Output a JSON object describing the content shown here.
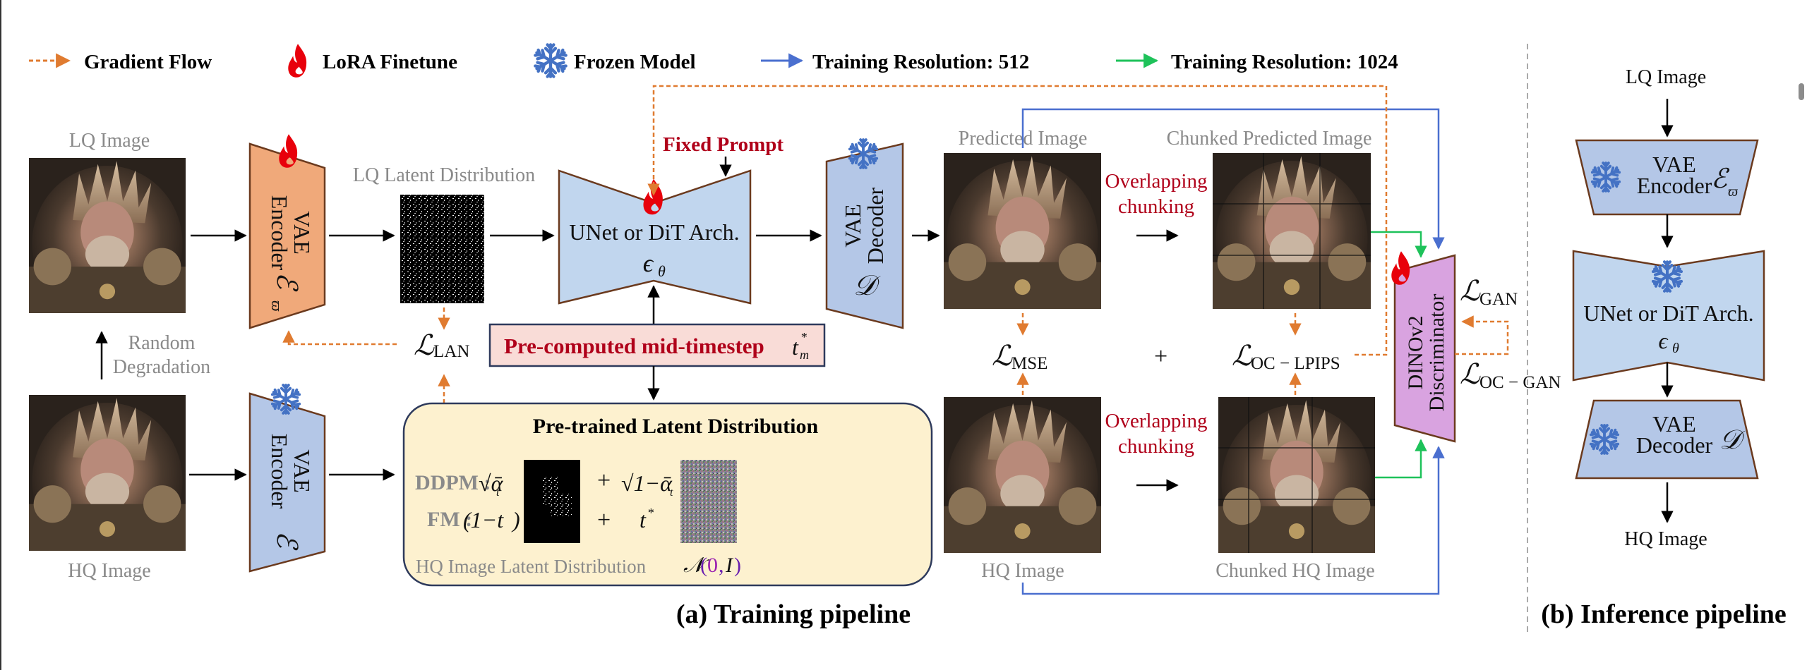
{
  "legend": {
    "gradient_flow": "Gradient Flow",
    "lora_finetune": "LoRA Finetune",
    "frozen_model": "Frozen Model",
    "res_512": "Training Resolution: 512",
    "res_1024": "Training Resolution: 1024"
  },
  "colors": {
    "gradient": "#e07b30",
    "lora": "#e8000b",
    "frozen": "#4472c4",
    "res512": "#4a6fcf",
    "res1024": "#1ec25a",
    "encoder_orange": "#f0a97a",
    "module_blue": "#b4c7e7",
    "unet_blue": "#c1d6ee",
    "discriminator": "#d9a3e0",
    "pre_box": "#f9dcd7",
    "latent_box": "#fdf1cf",
    "red_text": "#b0001a"
  },
  "training": {
    "lq_image_label": "LQ Image",
    "hq_image_label": "HQ Image",
    "random_degradation": [
      "Random",
      "Degradation"
    ],
    "vae_encoder_lora": {
      "line1": "VAE",
      "line2": "Encoder",
      "symbol": "ℰ",
      "sub": "ϖ"
    },
    "vae_encoder_frozen": {
      "line1": "VAE",
      "line2": "Encoder",
      "symbol": "ℰ"
    },
    "lq_latent_label": "LQ Latent Distribution",
    "fixed_prompt": "Fixed Prompt",
    "unet": {
      "label": "UNet or DiT Arch.",
      "symbol": "ϵ",
      "sub": "θ"
    },
    "vae_decoder": {
      "line1": "VAE",
      "line2": "Decoder",
      "symbol": "𝒟"
    },
    "predicted_image_label": "Predicted Image",
    "chunked_predicted_label": "Chunked Predicted Image",
    "hq_image_label_2": "HQ Image",
    "chunked_hq_label": "Chunked HQ Image",
    "overlapping_chunking": [
      "Overlapping",
      "chunking"
    ],
    "discriminator": {
      "line1": "DINOv2",
      "line2": "Discriminator"
    },
    "precomputed": {
      "text": "Pre-computed mid-timestep",
      "symbol": "t",
      "sup": "*",
      "sub": "m"
    },
    "latent_box": {
      "title": "Pre-trained Latent Distribution",
      "ddpm_label": "DDPM :",
      "fm_label": "FM :",
      "ddpm_coef1": "√ᾱ",
      "ddpm_coef2": "√1−ᾱ",
      "fm_coef1": "(1−t",
      "fm_coef2": "t",
      "plus": "+",
      "hq_latent_label": "HQ Image Latent Distribution",
      "noise": {
        "N": "𝒩",
        "open": "(",
        "zero": "0",
        "comma": ",",
        "I": "I",
        "close": ")"
      }
    },
    "losses": {
      "lan": {
        "symbol": "ℒ",
        "sub": "LAN"
      },
      "mse": {
        "symbol": "ℒ",
        "sub": "MSE"
      },
      "plus": "+",
      "oc_lpips": {
        "symbol": "ℒ",
        "sub": "OC − LPIPS"
      },
      "gan": {
        "symbol": "ℒ",
        "sub": "GAN"
      },
      "oc_gan": {
        "symbol": "ℒ",
        "sub": "OC − GAN"
      }
    },
    "title": "(a) Training pipeline"
  },
  "inference": {
    "lq_image": "LQ Image",
    "encoder": {
      "line1": "VAE",
      "line2": "Encoder",
      "symbol": "ℰ",
      "sub": "ϖ"
    },
    "unet": {
      "label": "UNet or DiT Arch.",
      "symbol": "ϵ",
      "sub": "θ"
    },
    "decoder": {
      "line1": "VAE",
      "line2": "Decoder",
      "symbol": "𝒟"
    },
    "hq_image": "HQ Image",
    "title": "(b) Inference pipeline"
  }
}
